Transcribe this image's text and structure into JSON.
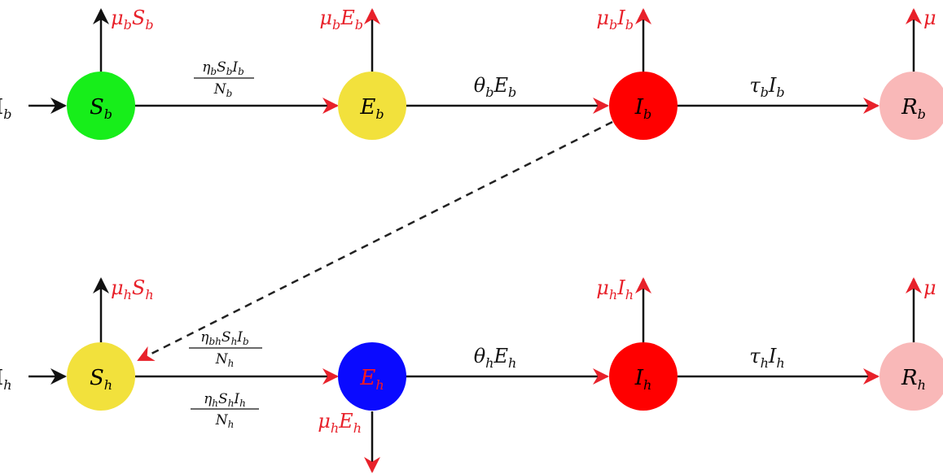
{
  "nodes": [
    {
      "id": "Sb",
      "main": "S",
      "sub": "b",
      "color": "#17ee1a"
    },
    {
      "id": "Eb",
      "main": "E",
      "sub": "b",
      "color": "#f2e13c"
    },
    {
      "id": "Ib",
      "main": "I",
      "sub": "b",
      "color": "#ff0000"
    },
    {
      "id": "Rb",
      "main": "R",
      "sub": "b",
      "color": "#f9b8b8"
    },
    {
      "id": "Sh",
      "main": "S",
      "sub": "h",
      "color": "#f2e13c"
    },
    {
      "id": "Eh",
      "main": "E",
      "sub": "h",
      "color": "#0a0aff"
    },
    {
      "id": "Ih",
      "main": "I",
      "sub": "h",
      "color": "#ff0000"
    },
    {
      "id": "Rh",
      "main": "R",
      "sub": "h",
      "color": "#f9b8b8"
    }
  ],
  "inflow": {
    "bird": {
      "main": "I",
      "sub": "b"
    },
    "human": {
      "main": "I",
      "sub": "h"
    }
  },
  "transitions": {
    "bird_infection": {
      "num": "η",
      "num_sub": "b",
      "num_rest": "S",
      "num_rest_sub": "b",
      "num_last": "I",
      "num_last_sub": "b",
      "den": "N",
      "den_sub": "b"
    },
    "bird_incubation": {
      "main": "θ",
      "main_sub": "b",
      "var": "E",
      "var_sub": "b"
    },
    "bird_recovery": {
      "main": "τ",
      "main_sub": "b",
      "var": "I",
      "var_sub": "b"
    },
    "cross_infection": {
      "num": "η",
      "num_sub": "bh",
      "num_rest": "S",
      "num_rest_sub": "h",
      "num_last": "I",
      "num_last_sub": "b",
      "den": "N",
      "den_sub": "h"
    },
    "human_infection": {
      "num": "η",
      "num_sub": "h",
      "num_rest": "S",
      "num_rest_sub": "h",
      "num_last": "I",
      "num_last_sub": "h",
      "den": "N",
      "den_sub": "h"
    },
    "human_incubation": {
      "main": "θ",
      "main_sub": "h",
      "var": "E",
      "var_sub": "h"
    },
    "human_recovery": {
      "main": "τ",
      "main_sub": "h",
      "var": "I",
      "var_sub": "h"
    }
  },
  "mortality": {
    "Sb": {
      "mu": "μ",
      "mu_sub": "b",
      "var": "S",
      "var_sub": "b"
    },
    "Eb": {
      "mu": "μ",
      "mu_sub": "b",
      "var": "E",
      "var_sub": "b"
    },
    "Ib": {
      "mu": "μ",
      "mu_sub": "b",
      "var": "I",
      "var_sub": "b"
    },
    "Rb": {
      "mu": "μ"
    },
    "Sh": {
      "mu": "μ",
      "mu_sub": "h",
      "var": "S",
      "var_sub": "h"
    },
    "Eh": {
      "mu": "μ",
      "mu_sub": "h",
      "var": "E",
      "var_sub": "h"
    },
    "Ih": {
      "mu": "μ",
      "mu_sub": "h",
      "var": "I",
      "var_sub": "h"
    },
    "Rh": {
      "mu": "μ"
    }
  },
  "colors": {
    "edge": "#111111",
    "mortality": "#e8212a"
  }
}
